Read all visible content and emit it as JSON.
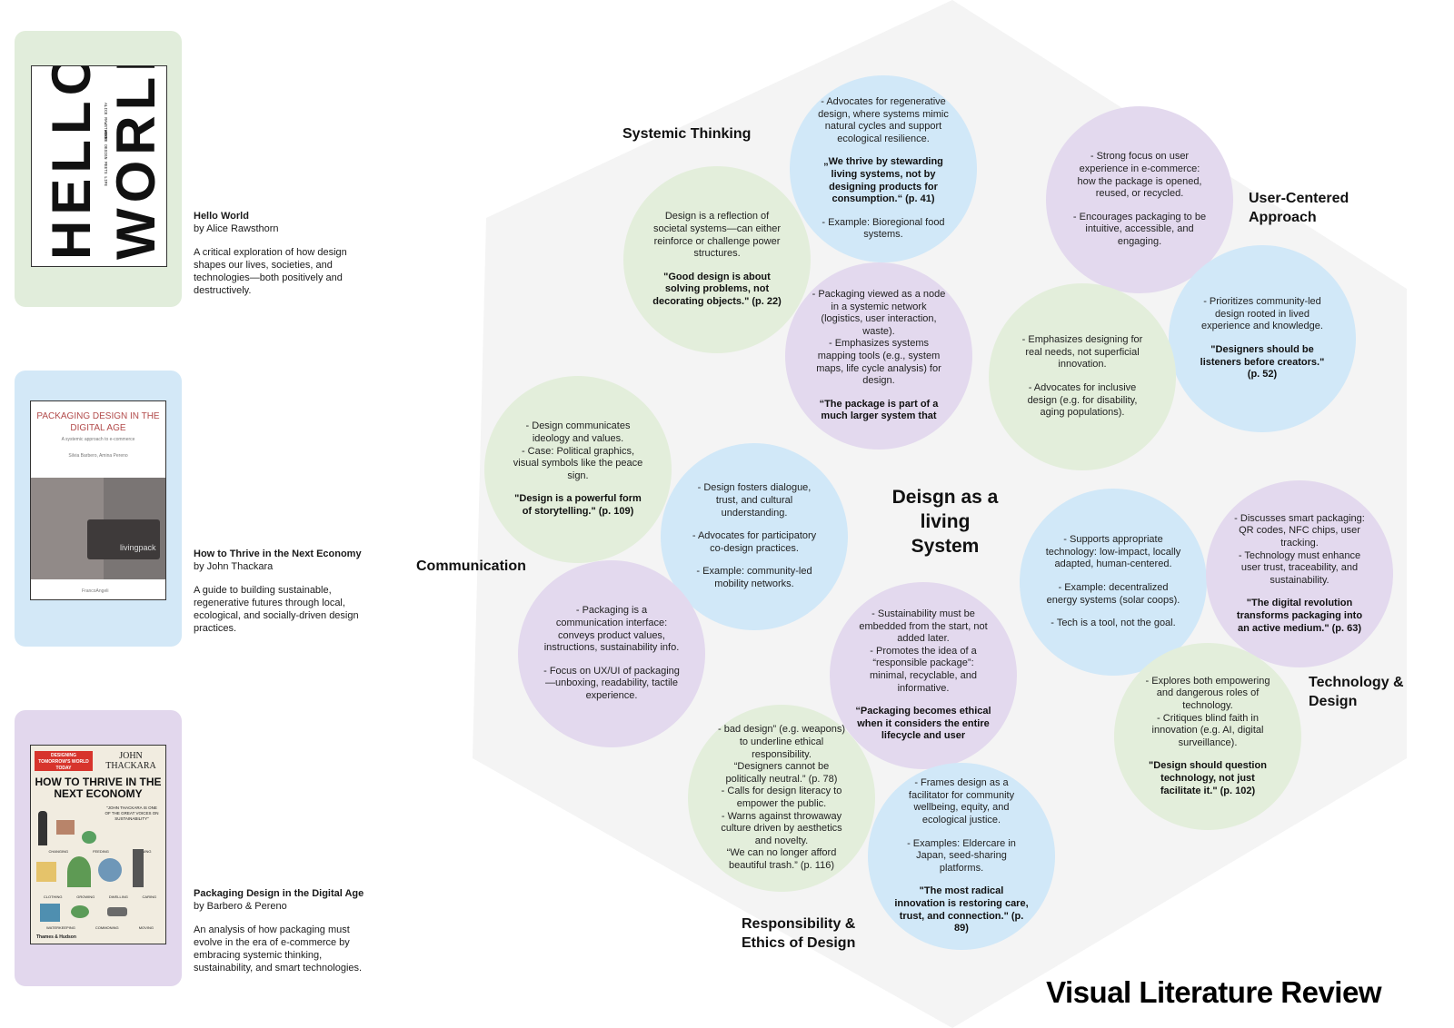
{
  "books": [
    {
      "title": "Hello World",
      "author": "by Alice Rawsthorn",
      "description": "A critical exploration of how design shapes our lives, societies, and technologies—both positively and destructively.",
      "cover": {
        "big_text": "HELLO WORLD",
        "author": "ALICE RAWSTHORN",
        "subtitle": "WHERE DESIGN MEETS LIFE"
      }
    },
    {
      "title": "How to Thrive in the Next Economy",
      "author": "by John Thackara",
      "description": "A guide to building sustainable, regenerative futures through local, ecological, and socially-driven design practices.",
      "cover": {
        "title": "PACKAGING DESIGN IN THE DIGITAL AGE",
        "subtitle": "A systemic approach to e-commerce",
        "authors": "Silvia Barbero, Amina Pereno",
        "box_text": "livingpack",
        "publisher": "FrancoAngeli"
      }
    },
    {
      "title": "Packaging Design in the Digital Age",
      "author": "by Barbero & Pereno",
      "description": "An analysis of how packaging must evolve in the era of e-commerce by embracing systemic thinking, sustainability, and smart technologies.",
      "cover": {
        "banner": "DESIGNING TOMORROW'S WORLD TODAY",
        "author": "JOHN THACKARA",
        "title": "HOW TO THRIVE IN THE NEXT ECONOMY",
        "quote": "\"JOHN THACKARA IS ONE OF THE GREAT VOICES ON SUSTAINABILITY\"",
        "row1": [
          "CHANGING",
          "FEEDING",
          "KNOWING"
        ],
        "row2": [
          "CLOTHING",
          "GROWING",
          "DWELLING",
          "CARING"
        ],
        "row3": [
          "WATERKEEPING",
          "COMMONING",
          "MOVING"
        ],
        "publisher": "Thames & Hudson"
      }
    }
  ],
  "center_title": "Deisgn as a living System",
  "page_title": "Visual Literature Review",
  "theme_labels": [
    "Systemic Thinking",
    "User-Centered Approach",
    "Communication",
    "Technology & Design",
    "Responsibility & Ethics of Design"
  ],
  "circles": [
    {
      "color": "blue",
      "paragraphs": [
        {
          "text": "- Advocates for regenerative design, where systems mimic natural cycles and support ecological resilience."
        },
        {
          "text": "„We thrive by stewarding living systems, not by designing products for consumption.“ (p. 41)",
          "quote": true
        },
        {
          "text": "- Example: Bioregional food systems."
        }
      ]
    },
    {
      "color": "green",
      "paragraphs": [
        {
          "text": "Design is a reflection of societal systems—can either reinforce or challenge power structures."
        },
        {
          "text": "\"Good design is about solving problems, not decorating objects.\" (p. 22)",
          "quote": true
        }
      ]
    },
    {
      "color": "purple",
      "paragraphs": [
        {
          "text": "- Packaging viewed as a node in a systemic network (logistics, user interaction, waste).\n- Emphasizes systems mapping tools (e.g., system maps, life cycle analysis) for design."
        },
        {
          "text": "“The package is part of a much larger system that",
          "quote": true
        }
      ]
    },
    {
      "color": "purple",
      "paragraphs": [
        {
          "text": "- Strong focus on user experience in e-commerce: how the package is opened, reused, or recycled."
        },
        {
          "text": "- Encourages packaging to be intuitive, accessible, and engaging."
        }
      ]
    },
    {
      "color": "blue",
      "paragraphs": [
        {
          "text": "- Prioritizes community-led design rooted in lived experience and knowledge."
        },
        {
          "text": "\"Designers should be listeners before creators.\" (p. 52)",
          "quote": true
        }
      ]
    },
    {
      "color": "green",
      "paragraphs": [
        {
          "text": "- Emphasizes designing for real needs, not superficial innovation."
        },
        {
          "text": "- Advocates for inclusive design (e.g. for disability, aging populations)."
        }
      ]
    },
    {
      "color": "green",
      "paragraphs": [
        {
          "text": "- Design communicates ideology and values.\n- Case: Political graphics, visual symbols like the peace sign."
        },
        {
          "text": "\"Design is a powerful form of storytelling.\" (p. 109)",
          "quote": true
        }
      ]
    },
    {
      "color": "blue",
      "paragraphs": [
        {
          "text": "- Design fosters dialogue, trust, and cultural understanding."
        },
        {
          "text": "- Advocates for participatory co-design practices."
        },
        {
          "text": "- Example: community-led mobility networks."
        }
      ]
    },
    {
      "color": "purple",
      "paragraphs": [
        {
          "text": "- Packaging is a communication interface: conveys product values, instructions, sustainability info."
        },
        {
          "text": "- Focus on UX/UI of packaging—unboxing, readability, tactile experience."
        }
      ]
    },
    {
      "color": "blue",
      "paragraphs": [
        {
          "text": "- Supports appropriate technology: low-impact, locally adapted, human-centered."
        },
        {
          "text": "- Example: decentralized energy systems (solar coops)."
        },
        {
          "text": "- Tech is a tool, not the goal."
        }
      ]
    },
    {
      "color": "purple",
      "paragraphs": [
        {
          "text": "- Discusses smart packaging: QR codes, NFC chips, user tracking.\n- Technology must enhance user trust, traceability, and sustainability."
        },
        {
          "text": "\"The digital revolution transforms packaging into an active medium.\" (p. 63)",
          "quote": true
        }
      ]
    },
    {
      "color": "green",
      "paragraphs": [
        {
          "text": "- Explores both empowering and dangerous roles of technology.\n- Critiques blind faith in innovation (e.g. AI, digital surveillance)."
        },
        {
          "text": "\"Design should question technology, not just facilitate it.\" (p. 102)",
          "quote": true
        }
      ]
    },
    {
      "color": "purple",
      "paragraphs": [
        {
          "text": "- Sustainability must be embedded from the start, not added later.\n- Promotes the idea of a “responsible package”: minimal, recyclable, and informative."
        },
        {
          "text": "“Packaging becomes ethical when it considers the entire lifecycle and user",
          "quote": true
        }
      ]
    },
    {
      "color": "green",
      "paragraphs": [
        {
          "text": "- bad design” (e.g. weapons) to underline ethical responsibility.\n“Designers cannot be politically neutral.” (p. 78)\n- Calls for design literacy to empower the public.\n- Warns against throwaway culture driven by aesthetics and novelty.\n“We can no longer afford beautiful trash.” (p. 116)"
        }
      ]
    },
    {
      "color": "blue",
      "paragraphs": [
        {
          "text": "- Frames design as a facilitator for community wellbeing, equity, and ecological justice."
        },
        {
          "text": "- Examples: Eldercare in Japan, seed-sharing platforms."
        },
        {
          "text": "\"The most radical innovation is restoring care, trust, and connection.\" (p. 89)",
          "quote": true
        }
      ]
    }
  ]
}
